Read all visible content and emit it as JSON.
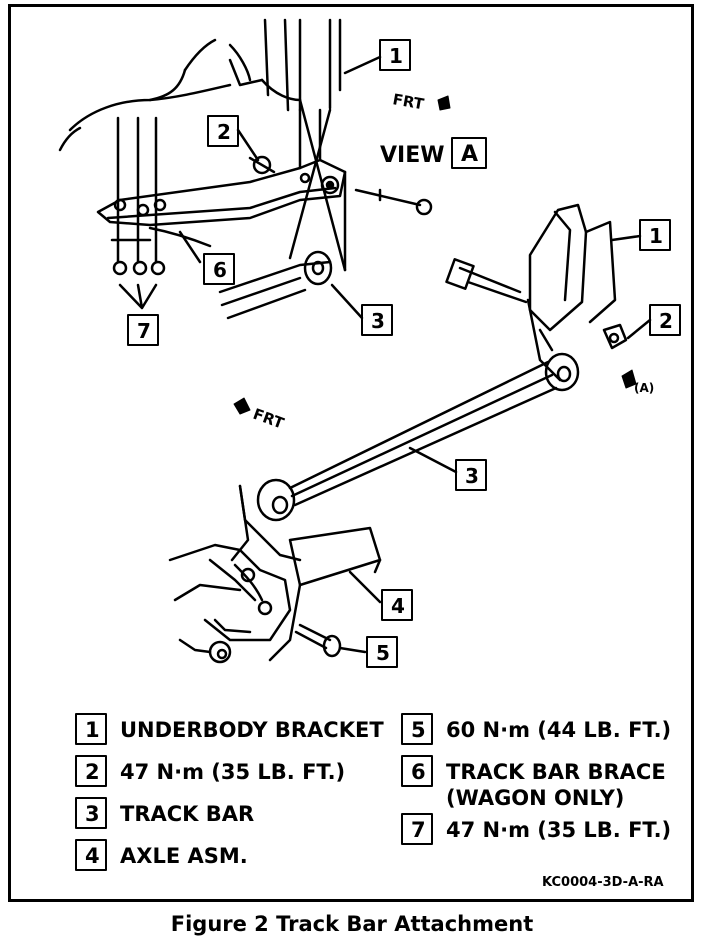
{
  "view_label": "VIEW",
  "view_letter": "A",
  "front_labels": [
    "FRT",
    "FRT",
    "(A)"
  ],
  "callouts_top": [
    "1",
    "2",
    "6",
    "7",
    "3"
  ],
  "callouts_bottom": [
    "1",
    "2",
    "3",
    "4",
    "5"
  ],
  "legend": {
    "left": [
      {
        "num": "1",
        "text": "UNDERBODY BRACKET"
      },
      {
        "num": "2",
        "text": "47 N·m (35 LB. FT.)"
      },
      {
        "num": "3",
        "text": "TRACK BAR"
      },
      {
        "num": "4",
        "text": "AXLE ASM."
      }
    ],
    "right": [
      {
        "num": "5",
        "text": "60 N·m (44 LB. FT.)"
      },
      {
        "num": "6",
        "text": "TRACK BAR BRACE",
        "text2": "(WAGON ONLY)"
      },
      {
        "num": "7",
        "text": "47 N·m (35 LB. FT.)"
      }
    ]
  },
  "code": "KC0004-3D-A-RA",
  "caption": "Figure 2 Track Bar Attachment"
}
